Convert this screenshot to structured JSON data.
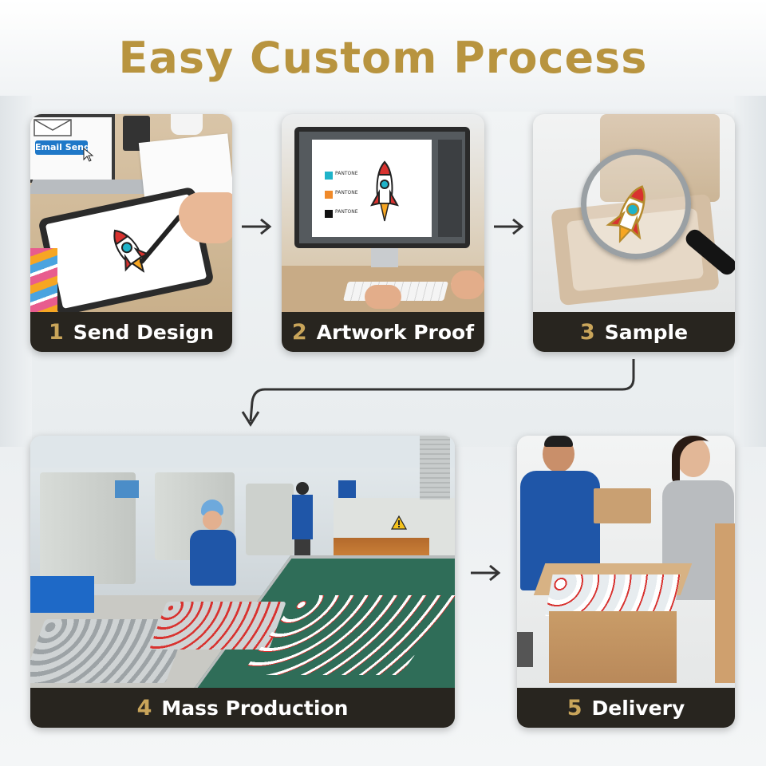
{
  "title": "Easy Custom Process",
  "steps": [
    {
      "number": "1",
      "label": "Send Design",
      "email_button": "Email Send"
    },
    {
      "number": "2",
      "label": "Artwork Proof",
      "swatches": [
        "PANTONE",
        "PANTONE",
        "PANTONE"
      ]
    },
    {
      "number": "3",
      "label": "Sample"
    },
    {
      "number": "4",
      "label": "Mass Production"
    },
    {
      "number": "5",
      "label": "Delivery"
    }
  ],
  "colors": {
    "title": "#b8943f",
    "label_bg": "#28251f",
    "number": "#c9a55a",
    "swatch_cyan": "#1fb3c9",
    "swatch_orange": "#f08a2a",
    "swatch_black": "#111111",
    "rocket_red": "#d8322f"
  }
}
